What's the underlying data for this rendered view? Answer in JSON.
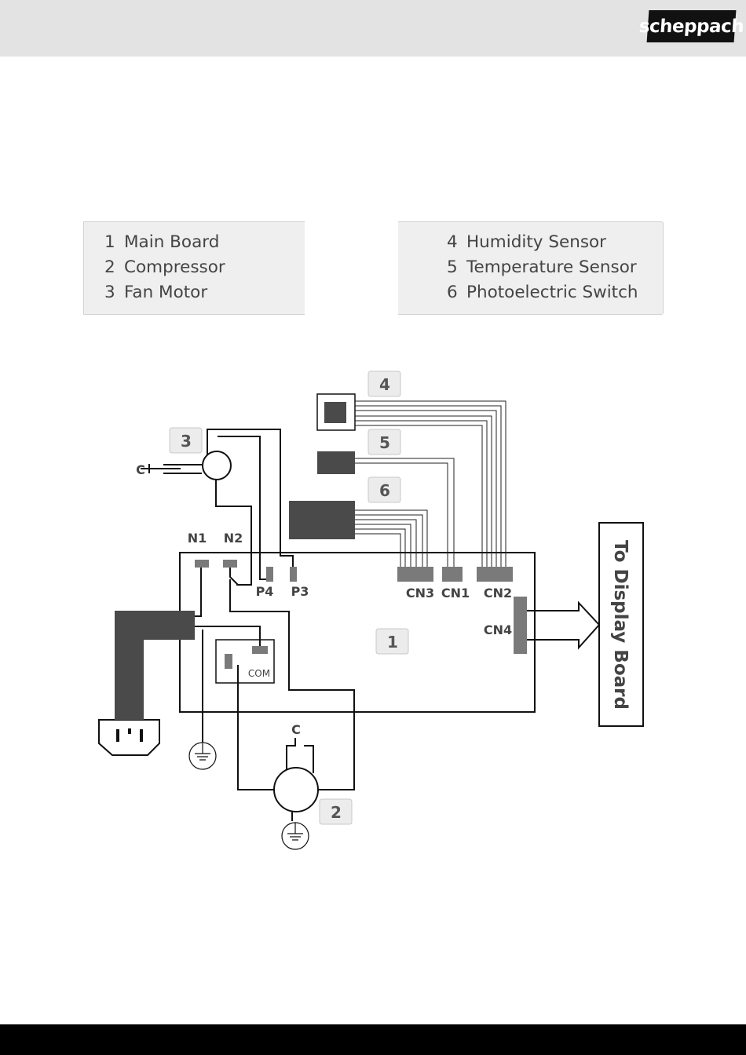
{
  "brand": {
    "logo_text": "scheppach"
  },
  "legend": {
    "left": [
      {
        "num": "1",
        "label": "Main Board"
      },
      {
        "num": "2",
        "label": "Compressor"
      },
      {
        "num": "3",
        "label": "Fan Motor"
      }
    ],
    "right": [
      {
        "num": "4",
        "label": "Humidity Sensor"
      },
      {
        "num": "5",
        "label": "Temperature Sensor"
      },
      {
        "num": "6",
        "label": "Photoelectric Switch"
      }
    ]
  },
  "diagram": {
    "callouts": {
      "main_board": "1",
      "compressor": "2",
      "fan_motor": "3",
      "humidity_sensor": "4",
      "temperature_sensor": "5",
      "photo_switch": "6"
    },
    "terminals": {
      "n1": "N1",
      "n2": "N2",
      "p4": "P4",
      "p3": "P3",
      "cn3": "CN3",
      "cn1": "CN1",
      "cn2": "CN2",
      "cn4": "CN4",
      "com": "COM"
    },
    "capacitor_fan": "C",
    "capacitor_comp": "C",
    "display_board": "To Display Board"
  },
  "colors": {
    "header": "#e3e3e3",
    "component": "#4a4a4a",
    "connector": "#7a7a7a",
    "callout_bg": "#ececec"
  }
}
